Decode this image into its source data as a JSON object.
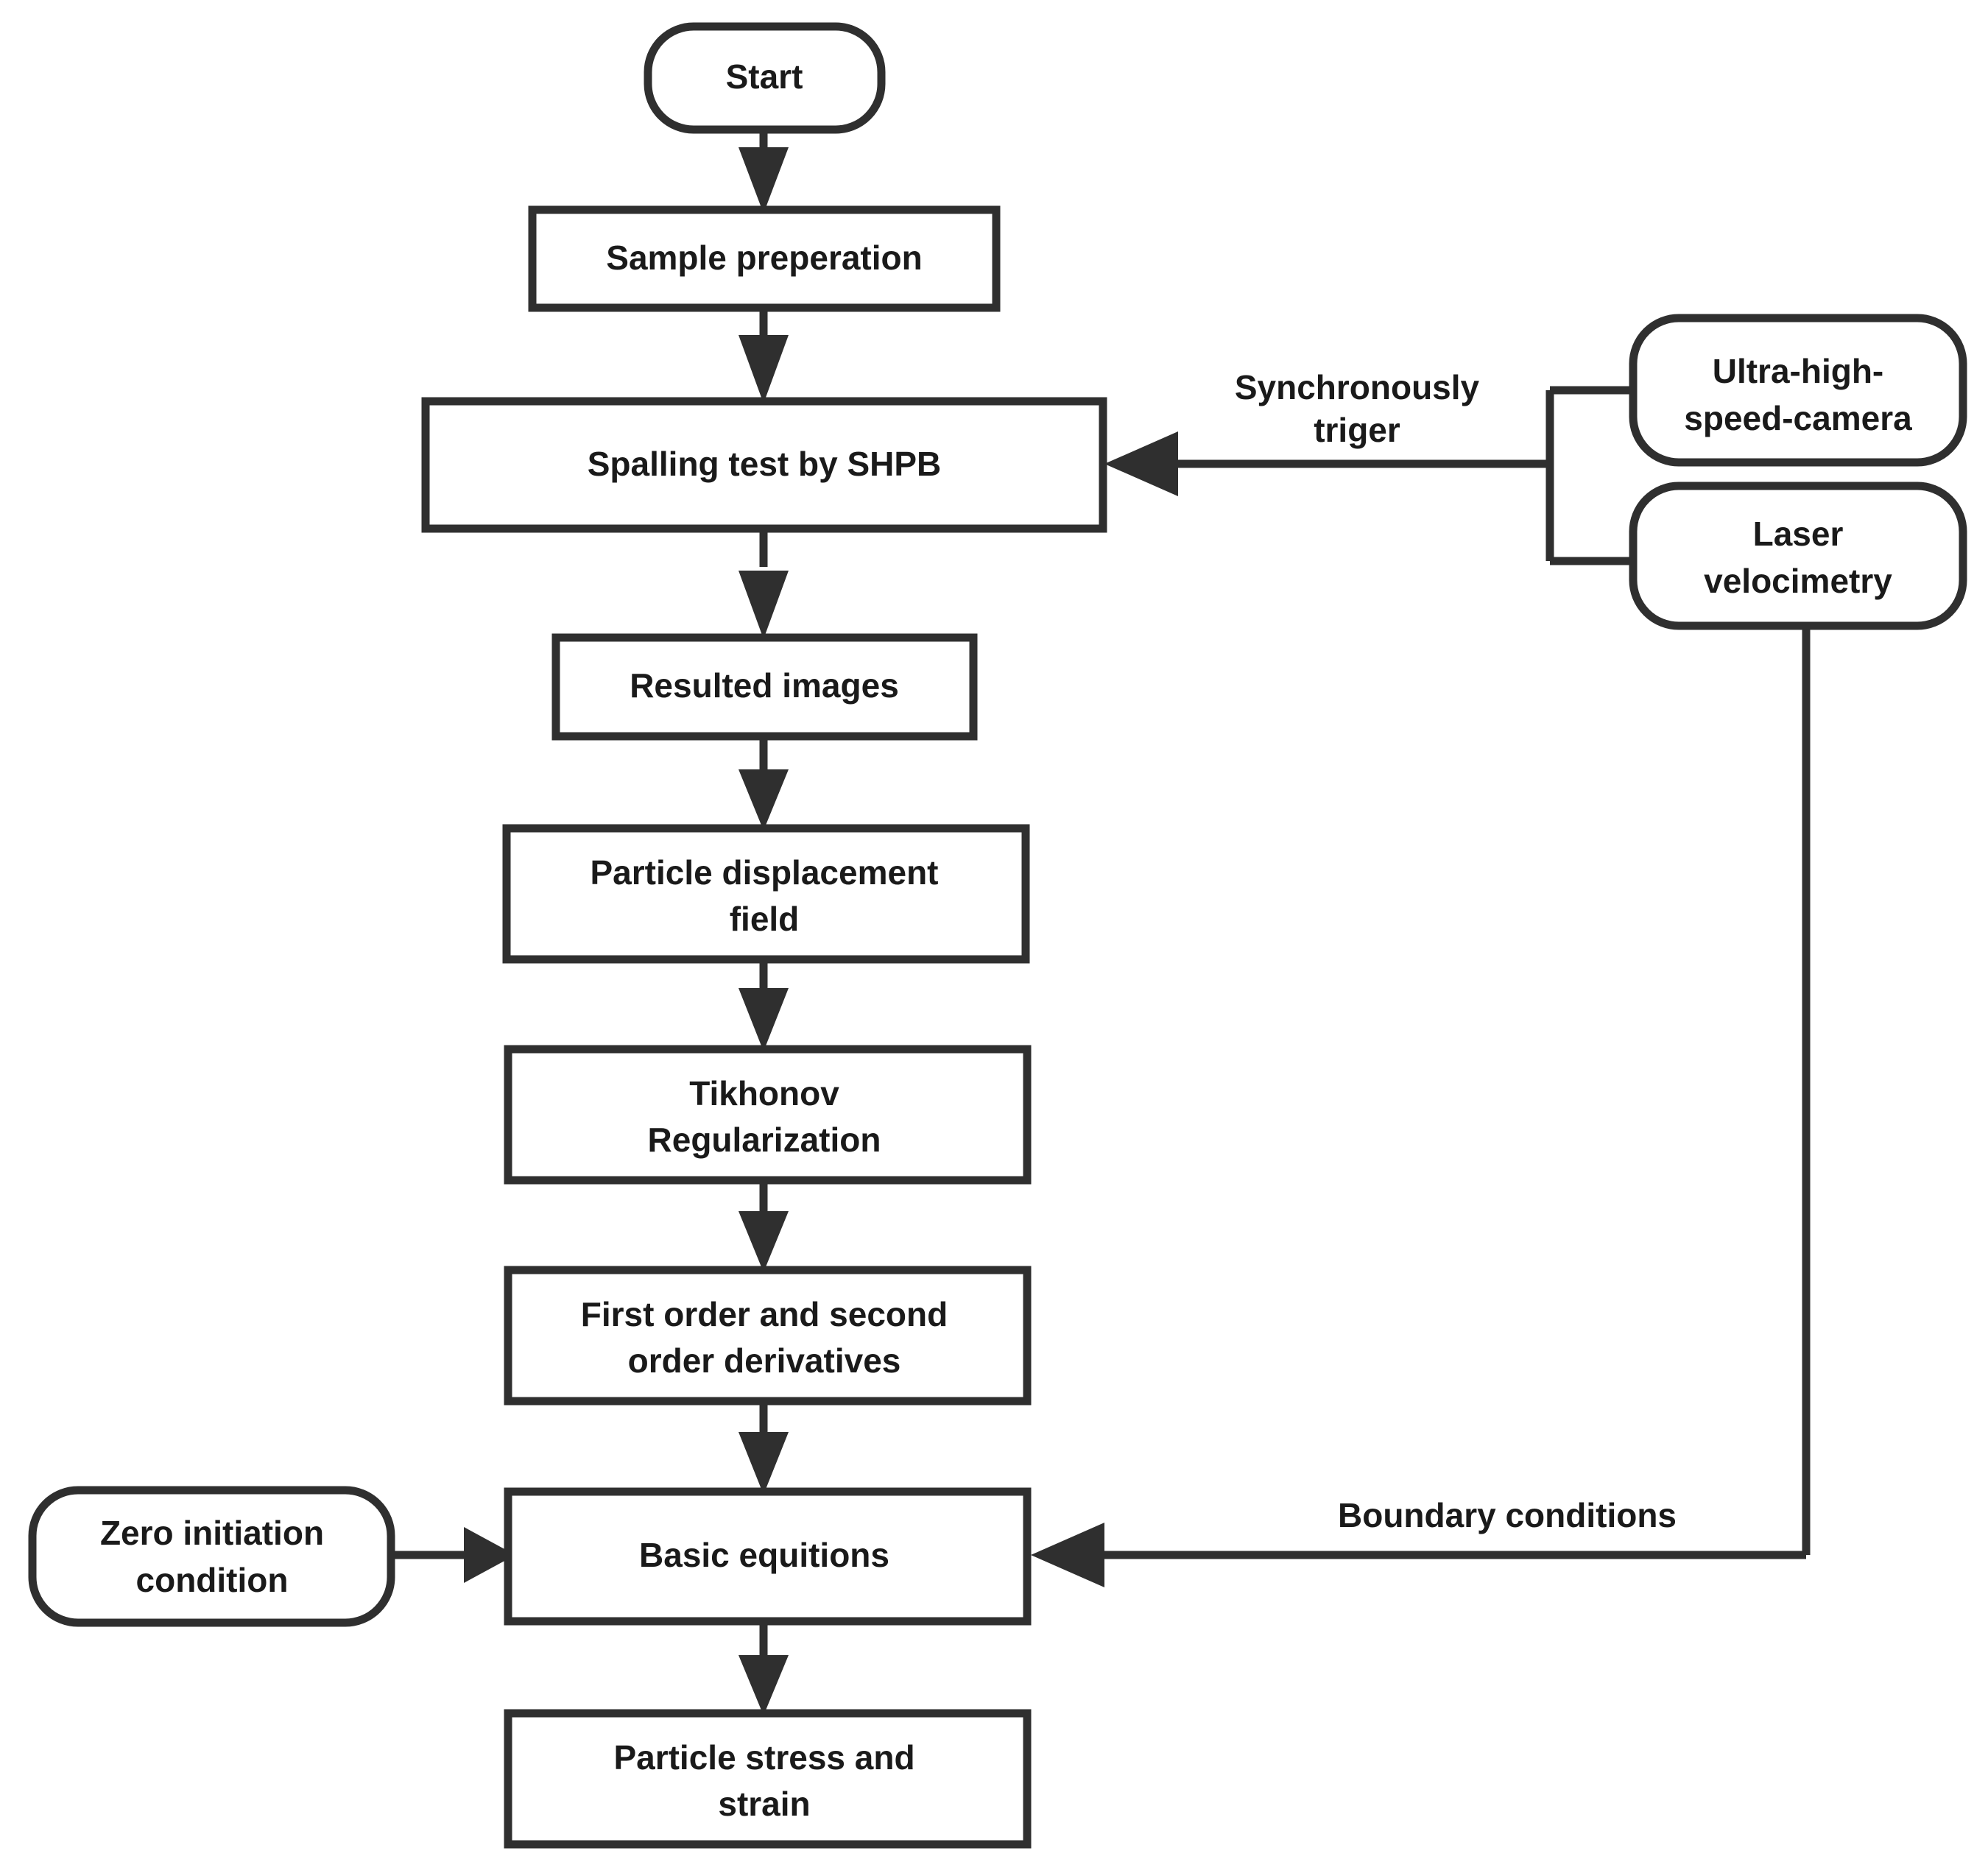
{
  "diagram": {
    "title": "Spalling test analysis workflow flowchart",
    "colors": {
      "stroke": "#2f2f2f",
      "fill": "#ffffff",
      "text": "#1a1a1a",
      "background": "#ffffff"
    },
    "nodes": {
      "start": {
        "label": "Start",
        "shape": "rounded"
      },
      "sample_preparation": {
        "label": "Sample preperation",
        "shape": "rectangle"
      },
      "spalling_test": {
        "label": "Spalling test by SHPB",
        "shape": "rectangle"
      },
      "resulted_images": {
        "label": "Resulted images",
        "shape": "rectangle"
      },
      "particle_displacement_field": {
        "label_line1": "Particle displacement",
        "label_line2": "field",
        "shape": "rectangle"
      },
      "tikhonov_regularization": {
        "label_line1": "Tikhonov",
        "label_line2": "Regularization",
        "shape": "rectangle"
      },
      "derivatives": {
        "label_line1": "First order and second",
        "label_line2": "order derivatives",
        "shape": "rectangle"
      },
      "basic_equations": {
        "label": "Basic equitions",
        "shape": "rectangle"
      },
      "particle_stress_strain": {
        "label_line1": "Particle stress and",
        "label_line2": "strain",
        "shape": "rectangle"
      },
      "ultra_high_speed_camera": {
        "label_line1": "Ultra-high-",
        "label_line2": "speed-camera",
        "shape": "rounded"
      },
      "laser_velocimetry": {
        "label_line1": "Laser",
        "label_line2": "velocimetry",
        "shape": "rounded"
      },
      "zero_initiation_condition": {
        "label_line1": "Zero initiation",
        "label_line2": "condition",
        "shape": "rounded"
      }
    },
    "edge_labels": {
      "synchronously_trigger_line1": "Synchronously",
      "synchronously_trigger_line2": "triger",
      "boundary_conditions": "Boundary conditions"
    }
  }
}
